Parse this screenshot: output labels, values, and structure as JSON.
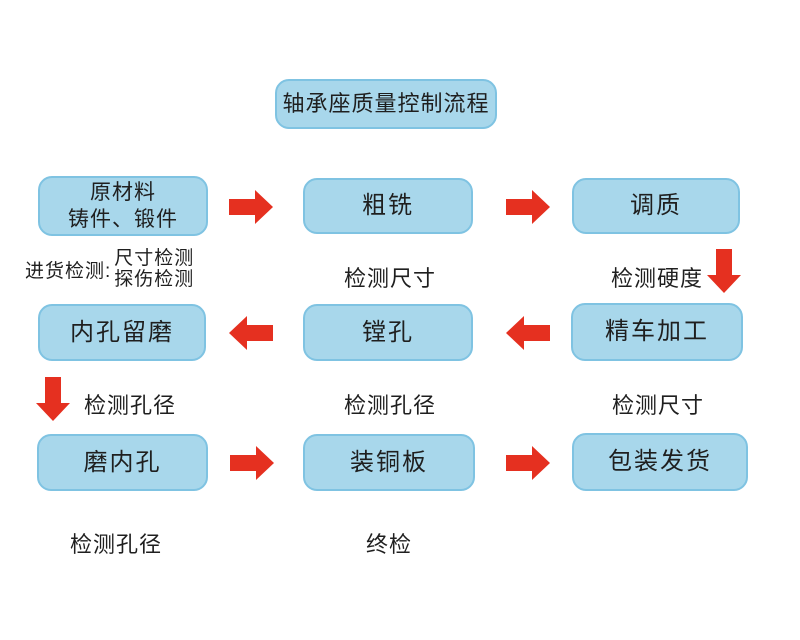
{
  "title": "轴承座质量控制流程",
  "colors": {
    "background": "#FFFFFF",
    "box_fill": "#A8D7EB",
    "box_border": "#7FC3E2",
    "arrow_red": "#E53020",
    "text": "#1F1F1F"
  },
  "nodes": {
    "raw_material_line1": "原材料",
    "raw_material_line2": "铸件、锻件",
    "rough_milling": "粗铣",
    "quench_temper": "调质",
    "bore_grinding_allowance": "内孔留磨",
    "boring": "镗孔",
    "fine_turning": "精车加工",
    "grind_inner_hole": "磨内孔",
    "fit_copper_plate": "装铜板",
    "pack_ship": "包装发货"
  },
  "captions": {
    "incoming_inspection_label": "进货检测:",
    "incoming_inspection_item1": "尺寸检测",
    "incoming_inspection_item2": "探伤检测",
    "check_size_after_rough_milling": "检测尺寸",
    "check_hardness": "检测硬度",
    "check_bore_after_allowance": "检测孔径",
    "check_bore_after_boring": "检测孔径",
    "check_size_after_fine_turning": "检测尺寸",
    "check_bore_after_grinding": "检测孔径",
    "final_inspection": "终检"
  }
}
